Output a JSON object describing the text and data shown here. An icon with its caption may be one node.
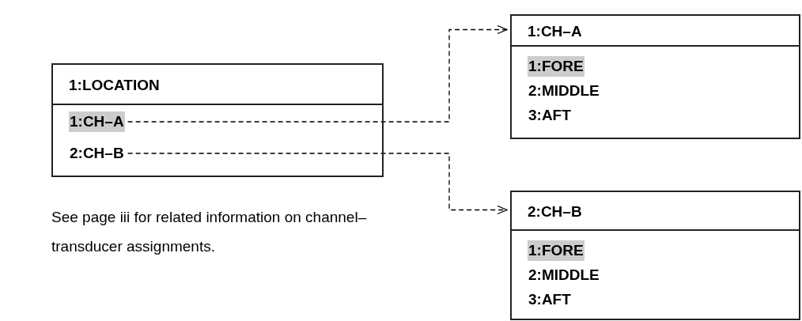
{
  "diagram": {
    "nodes": [
      {
        "text": [
          "1:LOCATION"
        ]
      },
      {
        "text": [
          "1:CH–A"
        ],
        "in": 0
      },
      {
        "text": [
          "2:CH–B"
        ],
        "in": 0
      },
      {
        "text": [
          "1:CH–A"
        ]
      },
      {
        "text": [
          "1:FORE"
        ],
        "in": 3
      },
      {
        "text": [
          "2:MIDDLE"
        ],
        "in": 3
      },
      {
        "text": [
          "3:AFT"
        ],
        "in": 3
      },
      {
        "text": [
          "2:CH–B"
        ]
      },
      {
        "text": [
          "1:FORE"
        ],
        "in": 7
      },
      {
        "text": [
          "2:MIDDLE"
        ],
        "in": 7
      },
      {
        "text": [
          "3:AFT"
        ],
        "in": 7
      }
    ],
    "edges": [
      {
        "from": 1,
        "to": 3,
        "arrow": "to",
        "style": "dashed"
      },
      {
        "from": 2,
        "to": 7,
        "arrow": "to",
        "style": "dashed"
      }
    ],
    "labels": [
      "See page iii for related information on channel–transducer assignments."
    ]
  }
}
